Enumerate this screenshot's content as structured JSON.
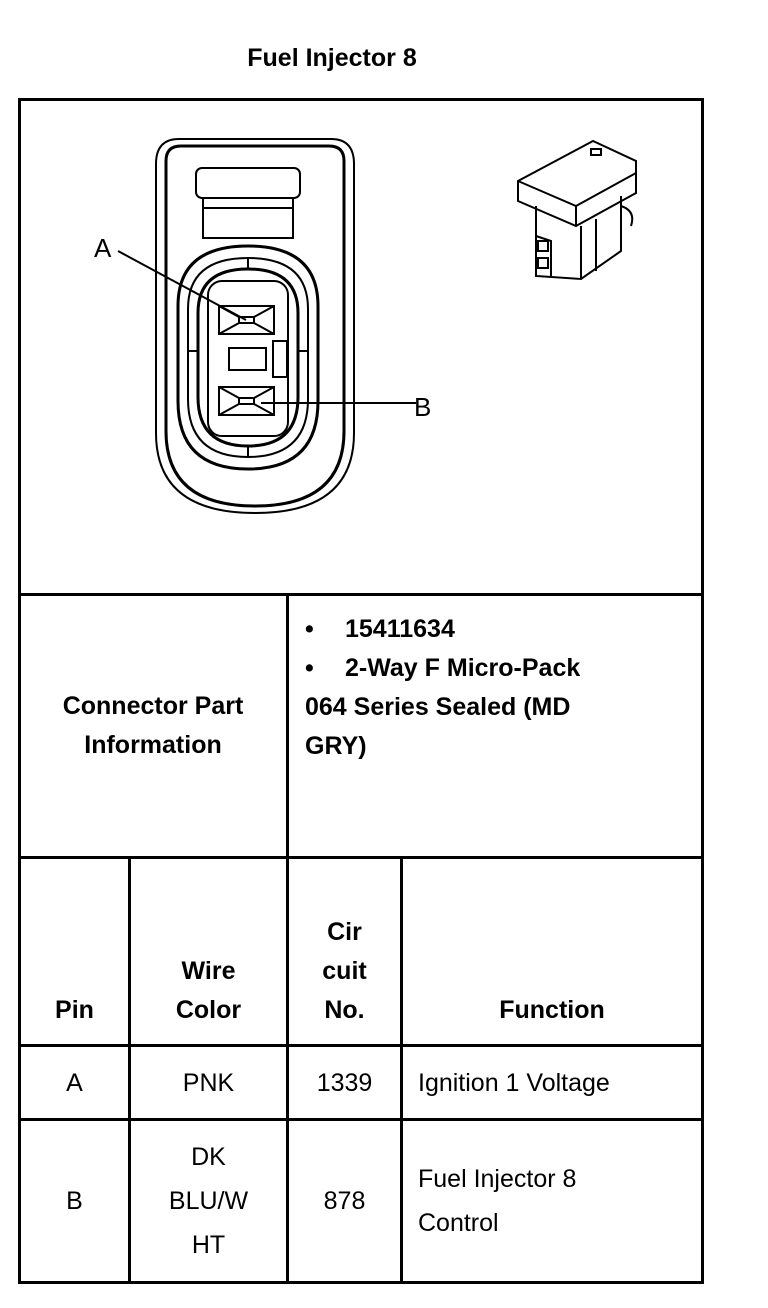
{
  "title": "Fuel Injector 8",
  "diagram": {
    "pin_a_label": "A",
    "pin_b_label": "B"
  },
  "connector_info": {
    "label_line1": "Connector Part",
    "label_line2": "Information",
    "part_number": "15411634",
    "description_line1": "2-Way F Micro-Pack",
    "description_line2": "064 Series Sealed (MD",
    "description_line3": "GRY)",
    "bullet": "•"
  },
  "table": {
    "headers": {
      "pin": "Pin",
      "wire_color_line1": "Wire",
      "wire_color_line2": "Color",
      "circuit_line1": "Cir",
      "circuit_line2": "cuit",
      "circuit_line3": "No.",
      "function": "Function"
    },
    "rows": [
      {
        "pin": "A",
        "wire_color": [
          "PNK"
        ],
        "circuit": "1339",
        "function": [
          "Ignition 1 Voltage"
        ]
      },
      {
        "pin": "B",
        "wire_color": [
          "DK",
          "BLU/W",
          "HT"
        ],
        "circuit": "878",
        "function": [
          "Fuel Injector 8",
          "Control"
        ]
      }
    ]
  }
}
